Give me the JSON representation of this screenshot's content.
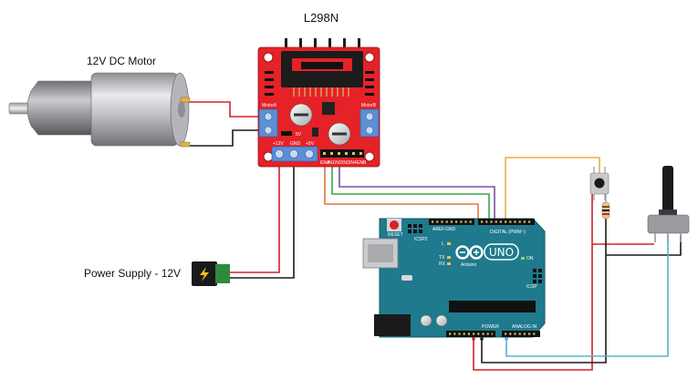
{
  "labels": {
    "driver": "L298N",
    "motor": "12V DC Motor",
    "power": "Power Supply - 12V"
  },
  "driver_board": {
    "terminal_a": "MotorA",
    "terminal_b": "MotorB",
    "v12": "+12V",
    "gnd": "GND",
    "v5": "+5V",
    "pins": [
      "ENA",
      "IN1",
      "IN2",
      "IN3",
      "IN4",
      "ENB"
    ],
    "jumper": "5V"
  },
  "arduino": {
    "logo": "UNO",
    "brand": "Arduino",
    "reset": "RESET",
    "icsp": "ICSP2",
    "digital": "DIGITAL (PWM~)",
    "power": "POWER",
    "analog": "ANALOG IN",
    "aref": "AREF",
    "gnd": "GND",
    "tx": "TX",
    "rx": "RX",
    "l": "L",
    "on": "ON",
    "icsp1": "ICSP"
  },
  "colors": {
    "board_red": "#e52228",
    "board_teal": "#1f7a8e",
    "wire_red": "#d62026",
    "wire_black": "#1a1a1a",
    "wire_green": "#3aa84a",
    "wire_purple": "#7b4fa0",
    "wire_orange": "#e0783a",
    "wire_yellow": "#e8b040",
    "wire_blue": "#5aaed8"
  }
}
